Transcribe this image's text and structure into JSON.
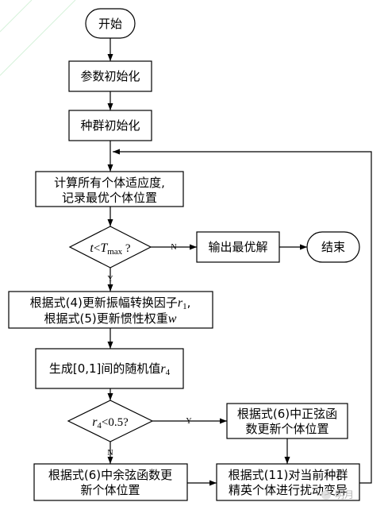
{
  "nodes": {
    "start": "开始",
    "init_params": "参数初始化",
    "init_population": "种群初始化",
    "fitness_line1": "计算所有个体适应度,",
    "fitness_line2": "记录最优个体位置",
    "decision_t": {
      "t": "t",
      "lt": "<",
      "T": "T",
      "max": "max",
      "q": " ?"
    },
    "output_best": "输出最优解",
    "end": "结束",
    "update_r1": {
      "pre": "根据式(4)更新振幅转换因子",
      "var": "r",
      "sub": "1",
      "post": ","
    },
    "update_w": {
      "pre": "根据式(5)更新惯性权重",
      "var": "w"
    },
    "gen_r4": {
      "pre": "生成[0,1]间的随机值",
      "var": "r",
      "sub": "4"
    },
    "decision_r4": {
      "var": "r",
      "sub": "4",
      "post": "<0.5?"
    },
    "sine_line1": "根据式(6)中正弦函",
    "sine_line2": "数更新个体位置",
    "cosine_line1": "根据式(6)中余弦函数更",
    "cosine_line2": "新个体位置",
    "mutation_line1": "根据式(11)对当前种群",
    "mutation_line2": "精英个体进行扰动变异"
  },
  "labels": {
    "n1": "N",
    "y1": "Y",
    "y2": "Y",
    "n2": "N"
  },
  "watermark": "明月"
}
